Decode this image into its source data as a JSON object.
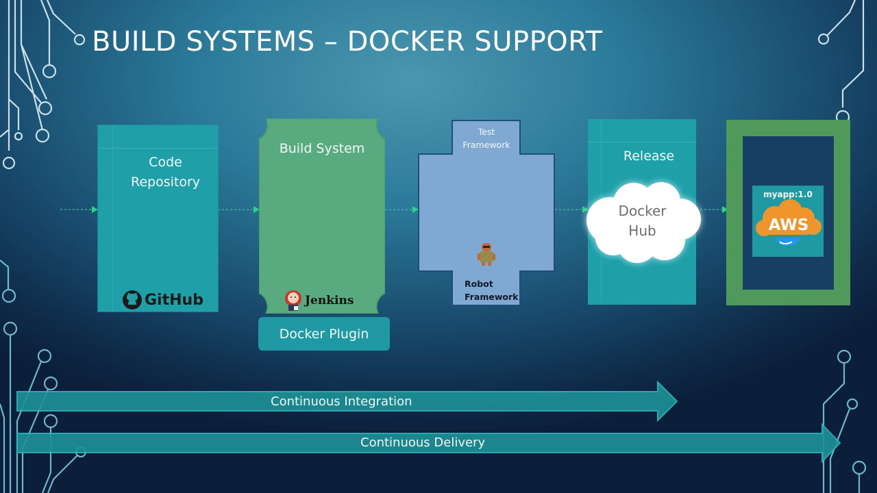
{
  "slide": {
    "title": "BUILD SYSTEMS – DOCKER SUPPORT"
  },
  "stages": {
    "code_repository": {
      "label_line1": "Code",
      "label_line2": "Repository",
      "logo_text": "GitHub",
      "logo_icon": "github-octocat-icon"
    },
    "build_system": {
      "label": "Build System",
      "logo_text": "Jenkins",
      "logo_icon": "jenkins-butler-icon",
      "plugin_label": "Docker Plugin"
    },
    "test_framework": {
      "label_line1": "Test",
      "label_line2": "Framework",
      "tool_line1": "Robot",
      "tool_line2": "Framework",
      "tool_icon": "robot-icon"
    },
    "release": {
      "label": "Release",
      "registry_line1": "Docker",
      "registry_line2": "Hub",
      "registry_icon": "cloud-icon"
    },
    "deploy": {
      "image_label": "myapp:1.0",
      "cloud_text": "AWS",
      "cloud_icon": "aws-cloud-icon",
      "docker_icon": "docker-whale-icon"
    }
  },
  "pipelines": {
    "ci_label": "Continuous Integration",
    "cd_label": "Continuous Delivery"
  },
  "colors": {
    "stage_teal": "#1fa0a9",
    "build_green": "#5aaa80",
    "test_blue": "#7fa9d3",
    "deploy_green": "#4f9a5a",
    "aws_orange": "#f0952b",
    "arrow_green": "#2fd18a",
    "pipeline_teal": "#1d8f95"
  }
}
